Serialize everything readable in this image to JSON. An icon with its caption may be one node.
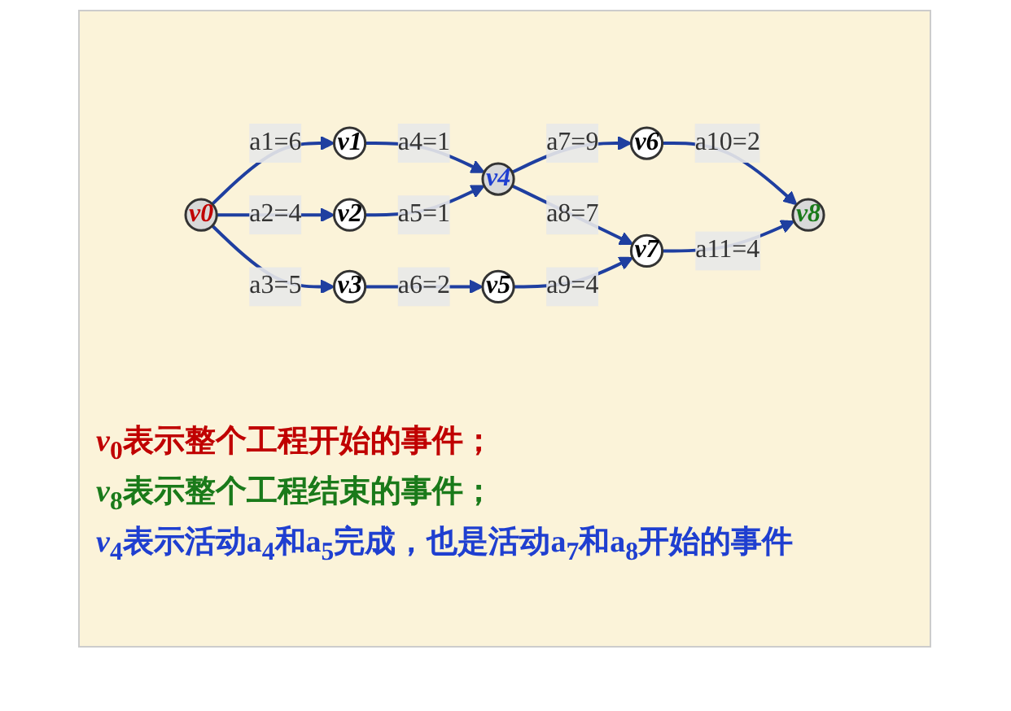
{
  "diagram": {
    "nodes": [
      {
        "text": [
          "v0"
        ]
      },
      {
        "text": [
          "v1"
        ]
      },
      {
        "text": [
          "v2"
        ]
      },
      {
        "text": [
          "v3"
        ]
      },
      {
        "text": [
          "v4"
        ]
      },
      {
        "text": [
          "v5"
        ]
      },
      {
        "text": [
          "v6"
        ]
      },
      {
        "text": [
          "v7"
        ]
      },
      {
        "text": [
          "v8"
        ]
      }
    ],
    "edges": [
      {
        "from": 0,
        "to": 1,
        "arrow": "to",
        "label": "a1=6"
      },
      {
        "from": 0,
        "to": 2,
        "arrow": "to",
        "label": "a2=4"
      },
      {
        "from": 0,
        "to": 3,
        "arrow": "to",
        "label": "a3=5"
      },
      {
        "from": 1,
        "to": 4,
        "arrow": "to",
        "label": "a4=1"
      },
      {
        "from": 2,
        "to": 4,
        "arrow": "to",
        "label": "a5=1"
      },
      {
        "from": 3,
        "to": 5,
        "arrow": "to",
        "label": "a6=2"
      },
      {
        "from": 4,
        "to": 6,
        "arrow": "to",
        "label": "a7=9"
      },
      {
        "from": 4,
        "to": 7,
        "arrow": "to",
        "label": "a8=7"
      },
      {
        "from": 5,
        "to": 7,
        "arrow": "to",
        "label": "a9=4"
      },
      {
        "from": 6,
        "to": 8,
        "arrow": "to",
        "label": "a10=2"
      },
      {
        "from": 7,
        "to": 8,
        "arrow": "to",
        "label": "a11=4"
      }
    ],
    "labels": [
      "*v*$_{0}$表示整个工程开始的事件；",
      "*v*$_{8}$表示整个工程结束的事件；",
      "*v*$_{4}$表示活动a$_{4}$和a$_{5}$完成，也是活动a$_{7}$和a$_{8}$开始的事件"
    ]
  }
}
